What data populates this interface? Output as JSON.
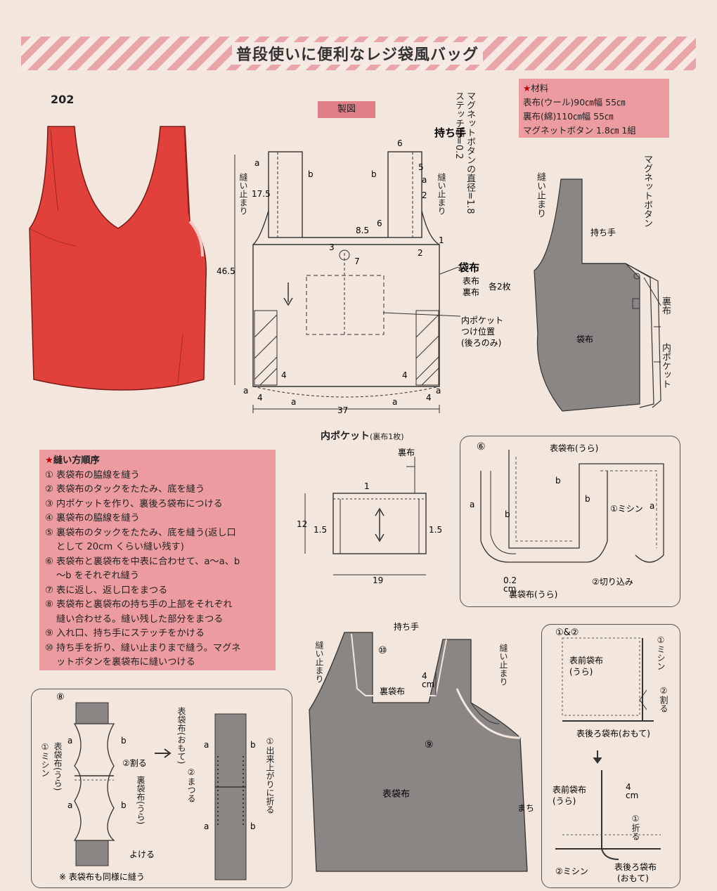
{
  "title": "普段使いに便利なレジ袋風バッグ",
  "page_number": "202",
  "tag": "製図",
  "materials": {
    "heading": "材料",
    "lines": [
      "表布(ウール)90㎝幅 55㎝",
      "裏布(綿)110㎝幅 55㎝",
      "マグネットボタン 1.8㎝ 1組"
    ]
  },
  "sewing": {
    "heading": "縫い方順序",
    "steps": [
      "① 表袋布の脇線を縫う",
      "② 表袋布のタックをたたみ、底を縫う",
      "③ 内ポケットを作り、裏後ろ袋布につける",
      "④ 裏袋布の脇線を縫う",
      "⑤ 裏袋布のタックをたたみ、底を縫う(返し口",
      "として 20cm くらい縫い残す)",
      "⑥ 表袋布と裏袋布を中表に合わせて、a〜a、b",
      "〜b をそれぞれ縫う",
      "⑦ 表に返し、返し口をまつる",
      "⑧ 表袋布と裏袋布の持ち手の上部をそれぞれ",
      "縫い合わせる。縫い残した部分をまつる",
      "⑨ 入れ口、持ち手にステッチをかける",
      "⑩ 持ち手を折り、縫い止まりまで縫う。マグネ",
      "ットボタンを裏袋布に縫いつける"
    ]
  },
  "pattern": {
    "handle_label": "持ち手",
    "bag_label": "袋布",
    "bag_sub1": "表布",
    "bag_sub2": "裏布",
    "bag_count": "各2枚",
    "pocket_pos_1": "内ポケット",
    "pocket_pos_2": "つけ位置",
    "pocket_pos_3": "(後ろのみ)",
    "magnet_note": "マグネットボタンの直径=1.8",
    "stitch_note": "ステッチ幅=0.2",
    "sew_stop": "縫い止まり",
    "dims": {
      "height": "46.5",
      "side": "17.5",
      "width": "37",
      "top": "6",
      "d5": "5",
      "d2a": "2",
      "d2b": "2",
      "d6": "6",
      "d85": "8.5",
      "d1": "1",
      "d3": "3",
      "d7": "7",
      "d4a": "4",
      "d4b": "4",
      "d4c": "4",
      "d4d": "4"
    }
  },
  "pocket": {
    "title": "内ポケット",
    "sub": "(裏布1枚)",
    "fabric": "裏布",
    "h": "12",
    "w": "19",
    "side_l": "1.5",
    "side_r": "1.5",
    "top": "1"
  },
  "right_fig": {
    "sew_stop": "縫い止まり",
    "magnet": "マグネットボタン",
    "handle": "持ち手",
    "lining": "裏布",
    "bag": "袋布",
    "inner_pocket": "内ポケット"
  },
  "fig6": {
    "num": "⑥",
    "outer_back": "表袋布(うら)",
    "lining_back": "裏袋布(うら)",
    "machine": "①ミシン",
    "notch": "②切り込み",
    "gap": "0.2",
    "gap_unit": "cm"
  },
  "fig12": {
    "num": "①&②",
    "front_back": "表前袋布",
    "front_back2": "(うら)",
    "machine": "①ミシン",
    "split": "②割る",
    "back_face": "表後ろ袋布(おもて)",
    "front_back_b": "表前袋布",
    "front_back_b2": "(うら)",
    "fold": "①折る",
    "four": "4",
    "cm": "cm",
    "machine2": "②ミシン",
    "back_face2": "表後ろ袋布",
    "back_face2b": "(おもて)"
  },
  "fig8": {
    "num": "⑧",
    "machine": "①ミシン",
    "outer_back": "表袋布(うら)",
    "split": "②割る",
    "lining_back": "裏袋布(うら)",
    "move": "よける",
    "outer_face": "表袋布(おもて)",
    "fold": "①出来上がりに折る",
    "whip": "②まつる",
    "note": "※ 表袋布も同様に縫う"
  },
  "fig_main": {
    "handle": "持ち手",
    "sew_stop_l": "縫い止まり",
    "sew_stop_r": "縫い止まり",
    "n10": "⑩",
    "n9": "⑨",
    "lining": "裏袋布",
    "outer": "表袋布",
    "gusset": "まち",
    "four": "4",
    "cm": "cm"
  },
  "colors": {
    "bag_red": "#e2403a",
    "pink_box": "#ec9ca0",
    "gray_fabric": "#8a8684",
    "background": "#f3e6dc"
  }
}
